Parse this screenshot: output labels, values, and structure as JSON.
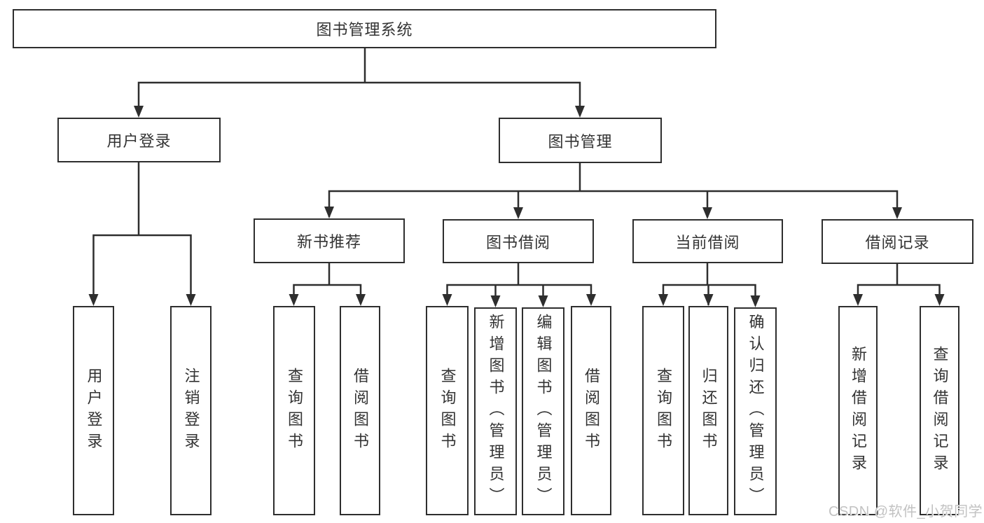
{
  "diagram": {
    "type": "hierarchy-tree",
    "colors": {
      "line": "#2e2e2e",
      "box_border": "#2e2e2e",
      "box_background": "#ffffff",
      "text": "#333333",
      "watermark": "#c2c2c2",
      "page_background": "#ffffff"
    }
  },
  "tree": {
    "label": "图书管理系统",
    "children": [
      {
        "label": "用户登录",
        "children": [
          {
            "label": "用户登录"
          },
          {
            "label": "注销登录"
          }
        ]
      },
      {
        "label": "图书管理",
        "children": [
          {
            "label": "新书推荐",
            "children": [
              {
                "label": "查询图书"
              },
              {
                "label": "借阅图书"
              }
            ]
          },
          {
            "label": "图书借阅",
            "children": [
              {
                "label": "查询图书"
              },
              {
                "label": "新增图书（管理员）"
              },
              {
                "label": "编辑图书（管理员）"
              },
              {
                "label": "借阅图书"
              }
            ]
          },
          {
            "label": "当前借阅",
            "children": [
              {
                "label": "查询图书"
              },
              {
                "label": "归还图书"
              },
              {
                "label": "确认归还（管理员）"
              }
            ]
          },
          {
            "label": "借阅记录",
            "children": [
              {
                "label": "新增借阅记录"
              },
              {
                "label": "查询借阅记录"
              }
            ]
          }
        ]
      }
    ]
  },
  "watermark": {
    "text": "CSDN @软件_小贺同学"
  }
}
